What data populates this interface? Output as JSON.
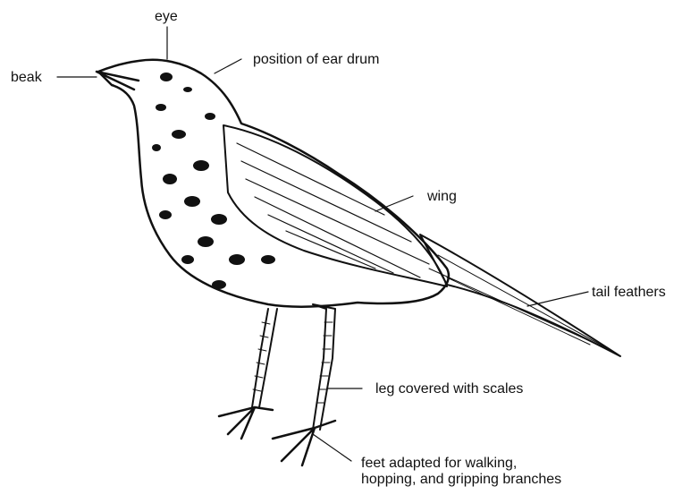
{
  "labels": {
    "eye": "eye",
    "beak": "beak",
    "ear_drum": "position of ear drum",
    "wing": "wing",
    "tail": "tail feathers",
    "leg": "leg covered with scales",
    "feet_line1": "feet adapted for walking,",
    "feet_line2": "hopping, and gripping branches"
  },
  "colors": {
    "ink": "#111111",
    "background": "#ffffff"
  }
}
